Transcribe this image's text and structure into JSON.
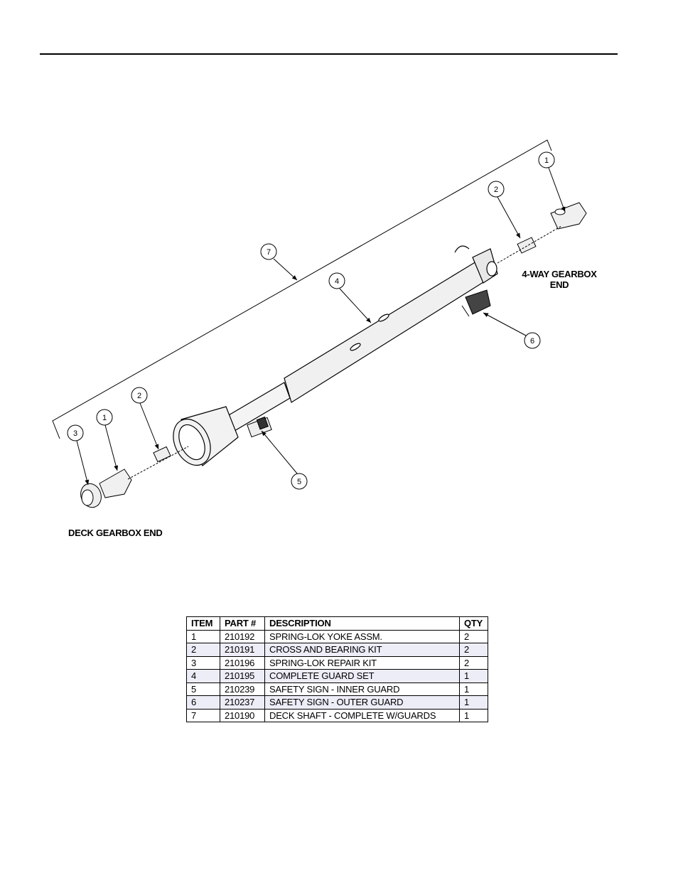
{
  "diagram": {
    "callouts": [
      "1",
      "2",
      "7",
      "4",
      "6",
      "2",
      "1",
      "3",
      "5"
    ],
    "labels": {
      "right_end_line1": "4-WAY GEARBOX",
      "right_end_line2": "END",
      "left_end": "DECK GEARBOX END"
    }
  },
  "parts_table": {
    "headers": [
      "ITEM",
      "PART #",
      "DESCRIPTION",
      "QTY"
    ],
    "rows": [
      [
        "1",
        "210192",
        "SPRING-LOK YOKE ASSM.",
        "2"
      ],
      [
        "2",
        "210191",
        "CROSS AND BEARING KIT",
        "2"
      ],
      [
        "3",
        "210196",
        "SPRING-LOK REPAIR KIT",
        "2"
      ],
      [
        "4",
        "210195",
        "COMPLETE GUARD SET",
        "1"
      ],
      [
        "5",
        "210239",
        "SAFETY SIGN - INNER GUARD",
        "1"
      ],
      [
        "6",
        "210237",
        "SAFETY SIGN - OUTER GUARD",
        "1"
      ],
      [
        "7",
        "210190",
        "DECK SHAFT - COMPLETE W/GUARDS",
        "1"
      ]
    ]
  }
}
